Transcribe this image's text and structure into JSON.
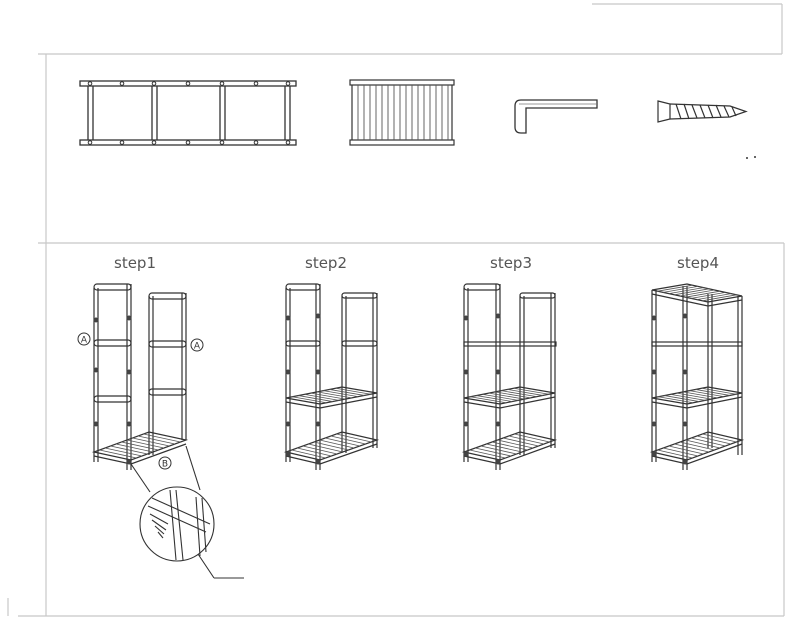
{
  "steps": [
    {
      "label": "step1"
    },
    {
      "label": "step2"
    },
    {
      "label": "step3"
    },
    {
      "label": "step4"
    }
  ],
  "callouts": {
    "a_left": "A",
    "a_right": "A",
    "b": "B"
  },
  "parts": [
    "side-frame",
    "shelf-panel",
    "allen-key",
    "screw"
  ],
  "colors": {
    "line": "#333333",
    "frame": "#c8c8c8",
    "light": "#bbbbbb"
  }
}
